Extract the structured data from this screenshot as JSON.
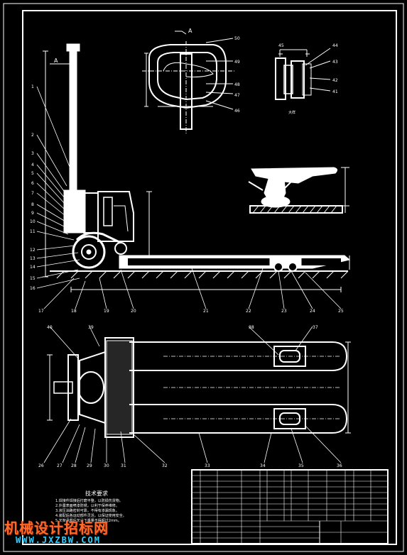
{
  "view_labels": {
    "section_a_top": "A",
    "section_a_side": "A",
    "enlarged": "大样"
  },
  "part_numbers": [
    "1",
    "2",
    "3",
    "4",
    "5",
    "6",
    "7",
    "8",
    "9",
    "10",
    "11",
    "12",
    "13",
    "14",
    "15",
    "16",
    "17",
    "18",
    "19",
    "20",
    "21",
    "22",
    "23",
    "24",
    "25",
    "26",
    "27",
    "28",
    "29",
    "30",
    "31",
    "32",
    "33",
    "34",
    "35",
    "36",
    "37",
    "38",
    "39",
    "40",
    "41",
    "42",
    "43",
    "44",
    "45",
    "46",
    "47",
    "48",
    "49",
    "50"
  ],
  "tech_requirements": {
    "title": "技术要求",
    "lines": [
      "1.焊接件焊接后打磨平整，以防损伤货物。",
      "2.外露表面喷漆防锈，以利于保养维修。",
      "3.液压油路密封可靠，不得有渗漏现象。",
      "4.装配后各运动部件灵活，以保证使用安全。",
      "5.叉架承载后叉尖下垂量不得超过2mm。"
    ]
  },
  "watermark": {
    "title": "机械设计招标网",
    "url": "WWW.JXZBW.COM"
  },
  "colors": {
    "background": "#000000",
    "lines": "#ffffff",
    "watermark": "#ff6a2a",
    "watermark_url": "#33d0ff"
  }
}
